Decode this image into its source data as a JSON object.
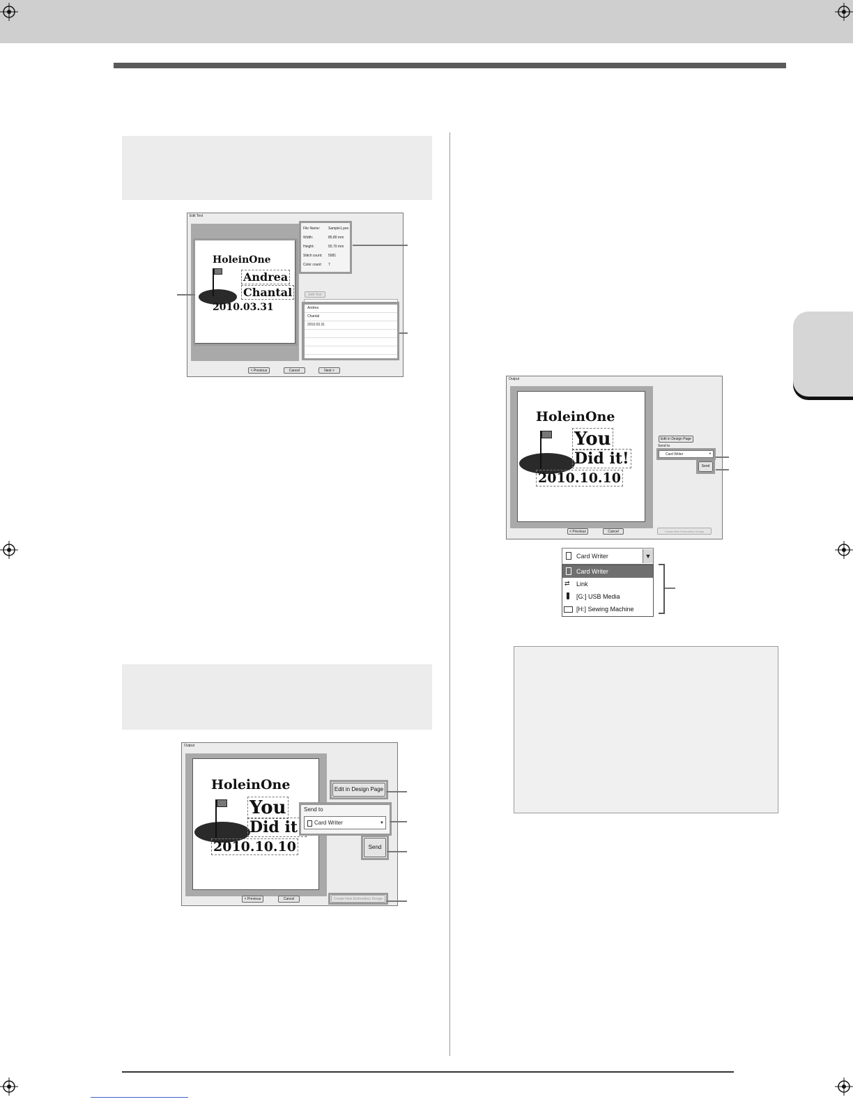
{
  "dialog1": {
    "title": "Edit Text",
    "info_labels": [
      "File Name:",
      "Width:",
      "Height:",
      "Stitch count:",
      "Color count:"
    ],
    "info_values": [
      "Sample1.pes",
      "85.80  mm",
      "55.70  mm",
      "5081",
      "7"
    ],
    "edit_text_button": "Edit Text",
    "text_lines": [
      "Andrea",
      "Chantal",
      "2010.03.31"
    ],
    "design_title": "HoleinOne",
    "design_lines": [
      "Andrea",
      "Chantal",
      "2010.03.31"
    ],
    "buttons": [
      "< Previous",
      "Cancel",
      "Next >"
    ]
  },
  "dialog2": {
    "title": "Output",
    "design_title": "HoleinOne",
    "design_lines": [
      "You",
      "Did  it!",
      "2010.10.10"
    ],
    "edit_design_button": "Edit in Design Page",
    "send_to_label": "Send to",
    "send_to_value": "Card Writer",
    "send_button": "Send",
    "buttons": [
      "< Previous",
      "Cancel"
    ],
    "create_new_button": "Create New Embroidery Design"
  },
  "dialog3": {
    "title": "Output",
    "design_title": "HoleinOne",
    "design_lines": [
      "You",
      "Did  it!",
      "2010.10.10"
    ],
    "edit_design_button": "Edit in Design Page",
    "send_to_label": "Send to",
    "send_to_value": "Card Writer",
    "send_button": "Send",
    "buttons": [
      "< Previous",
      "Cancel"
    ],
    "create_new_button": "Create New Embroidery Design"
  },
  "dropdown": {
    "selected": "Card Writer",
    "items": [
      "Card Writer",
      "Link",
      "[G:] USB Media",
      "[H:] Sewing Machine"
    ]
  }
}
